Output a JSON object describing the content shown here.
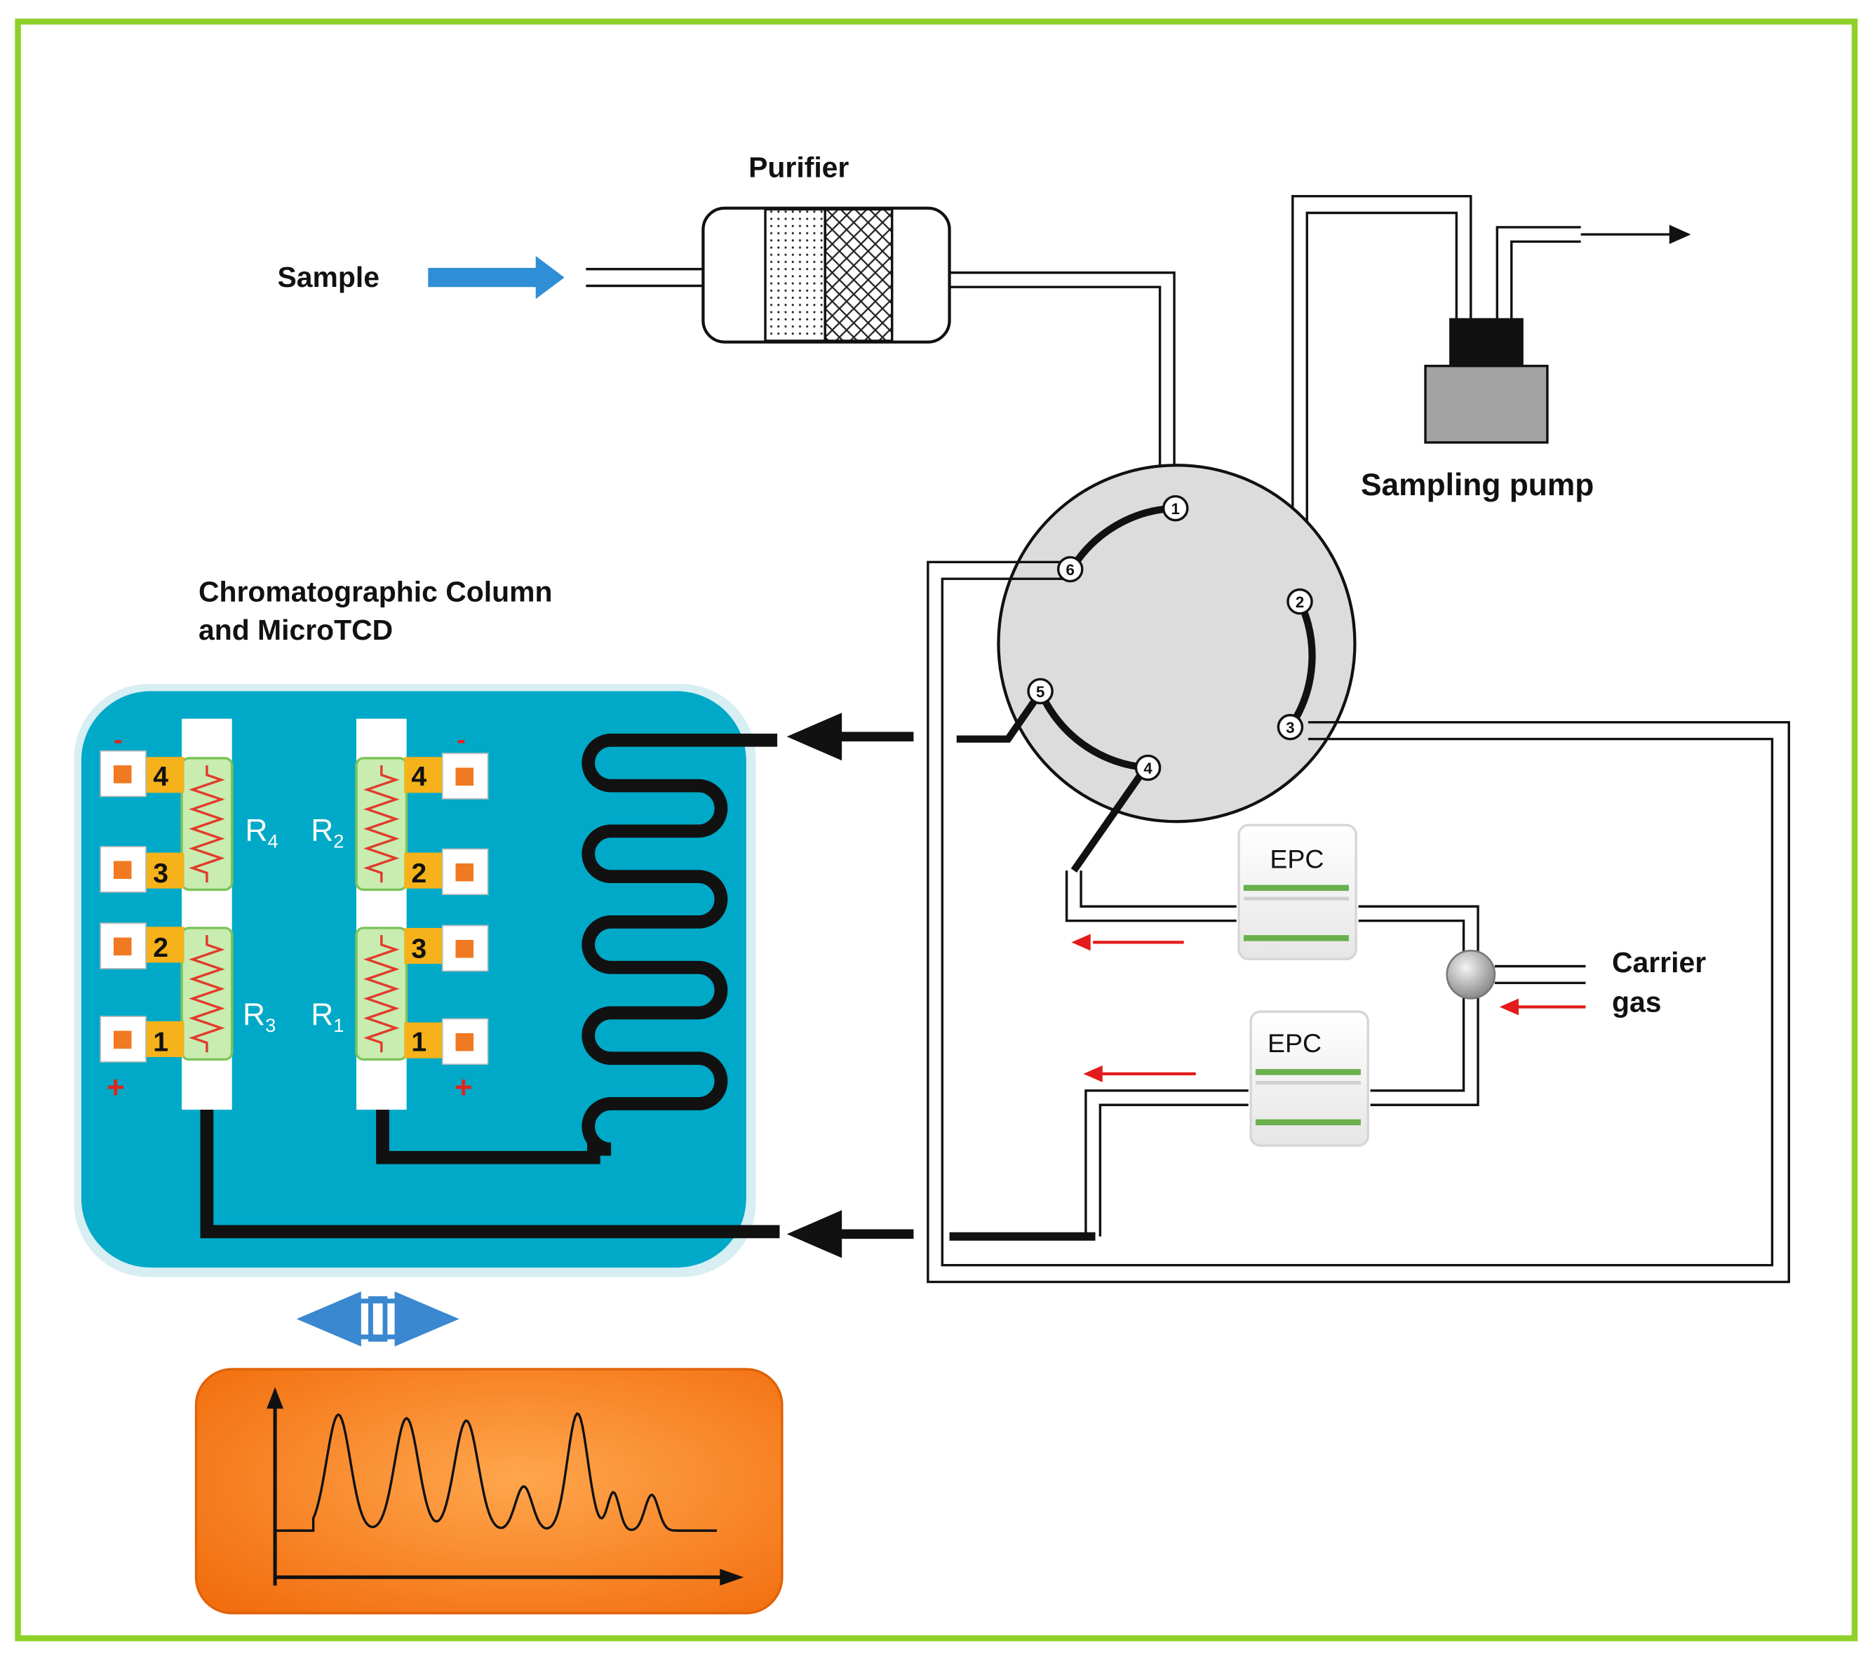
{
  "labels": {
    "sample": "Sample",
    "purifier": "Purifier",
    "sampling_pump": "Sampling pump",
    "column_title_line1": "Chromatographic Column",
    "column_title_line2": "and MicroTCD",
    "carrier_gas_line1": "Carrier",
    "carrier_gas_line2": "gas",
    "epc_top": "EPC",
    "epc_bottom": "EPC"
  },
  "valve_ports": [
    "1",
    "2",
    "3",
    "4",
    "5",
    "6"
  ],
  "tcd": {
    "resistors": {
      "r4": "4",
      "r2": "2",
      "r3": "3",
      "r1": "1"
    },
    "pads": {
      "left_top": "4",
      "left_2": "3",
      "left_3": "2",
      "left_bottom": "1",
      "right_top": "4",
      "right_2": "2",
      "right_3": "3",
      "right_bottom": "1"
    },
    "polarity": {
      "minus": "-",
      "plus": "+"
    }
  },
  "colors": {
    "border": "#8ed12a",
    "sample_arrow": "#2e8fd6",
    "tcd_panel": "#00a9c8",
    "pad_yellow": "#f5b21a",
    "resistor_green": "#c9ecb0",
    "zigzag_red": "#e23b2b",
    "chromatogram": "#f26f0f",
    "flow_red": "#e31b1b",
    "epc_green": "#6ab04c",
    "valve_gray": "#dcdcdc"
  }
}
